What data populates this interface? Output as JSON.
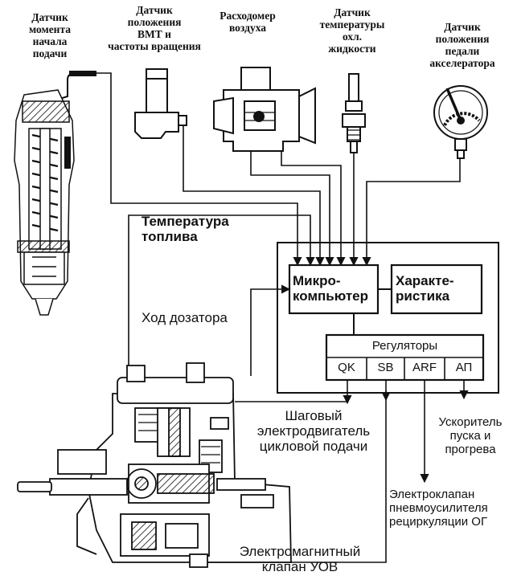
{
  "sensors": {
    "injection_start": [
      "Датчик",
      "момента",
      "начала",
      "подачи"
    ],
    "tdc_speed": [
      "Датчик",
      "положения",
      "ВМТ и",
      "частоты вращения"
    ],
    "air_flow": [
      "Расходомер",
      "воздуха"
    ],
    "coolant_temp": [
      "Датчик",
      "температуры",
      "охл.",
      "жидкости"
    ],
    "pedal_position": [
      "Датчик",
      "положения",
      "педали",
      "акселератора"
    ]
  },
  "signals": {
    "fuel_temp": [
      "Температура",
      "топлива"
    ],
    "metering_stroke": "Ход дозатора"
  },
  "ecu": {
    "microcomputer": [
      "Микро-",
      "компьютер"
    ],
    "characteristic": [
      "Характе-",
      "ристика"
    ],
    "regulators": {
      "title": "Регуляторы",
      "items": [
        "QK",
        "SB",
        "ARF",
        "АП"
      ]
    }
  },
  "actuators": {
    "stepper": [
      "Шаговый",
      "электродвигатель",
      "цикловой подачи"
    ],
    "start_accelerator": [
      "Ускоритель",
      "пуска и",
      "прогрева"
    ],
    "egr_valve": [
      "Электроклапан",
      "пневмоусилителя",
      "рециркуляции ОГ"
    ],
    "timing_valve": [
      "Электромагнитный",
      "клапан УОВ"
    ]
  },
  "colors": {
    "ink": "#111111",
    "paper": "#ffffff",
    "shade": "#8a8a8a"
  }
}
